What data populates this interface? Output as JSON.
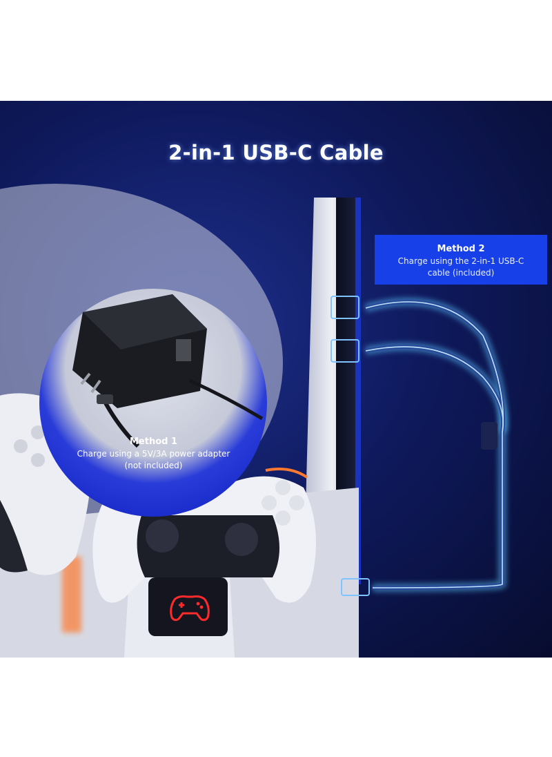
{
  "title": "2-in-1 USB-C Cable",
  "method1": {
    "title": "Method 1",
    "description_line1": "Charge using a 5V/3A power adapter",
    "description_line2": "(not included)"
  },
  "method2": {
    "title": "Method 2",
    "description_line1": "Charge using the 2-in-1 USB-C",
    "description_line2": "cable (included)"
  },
  "colors": {
    "background": "#0f1a5e",
    "callout_blue": "#1840e8",
    "circle_fill": "#1a2bd8",
    "cable_glow": "#5cc8ff",
    "dock_screen_icon": "#ff2a2a"
  },
  "icons": [
    "power-adapter-icon",
    "gamepad-icon",
    "usb-c-plug-icon"
  ]
}
